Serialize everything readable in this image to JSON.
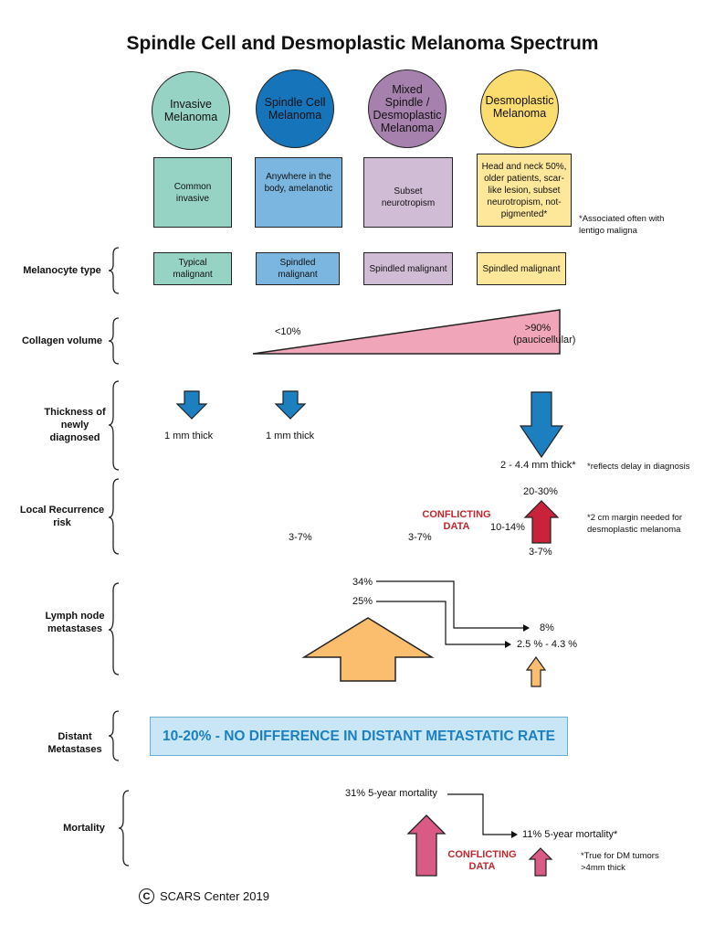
{
  "title": "Spindle Cell and Desmoplastic Melanoma Spectrum",
  "columns": [
    {
      "circle": "Invasive Melanoma",
      "desc": "Common invasive",
      "melanocyte": "Typical malignant",
      "color_circle": "#96d3c4",
      "color_box": "#96d3c4"
    },
    {
      "circle": "Spindle Cell Melanoma",
      "desc": "Anywhere in the body, amelanotic",
      "melanocyte": "Spindled malignant",
      "color_circle": "#1574ba",
      "color_box": "#7bb6e0"
    },
    {
      "circle": "Mixed Spindle / Desmoplastic Melanoma",
      "desc": "Subset neurotropism",
      "melanocyte": "Spindled malignant",
      "color_circle": "#a781ae",
      "color_box": "#d1bcd5"
    },
    {
      "circle": "Desmoplastic Melanoma",
      "desc": "Head and neck 50%, older patients, scar-like lesion, subset neurotropism, not-pigmented*",
      "melanocyte": "Spindled malignant",
      "color_circle": "#fbdc6e",
      "color_box": "#fde79b"
    }
  ],
  "desc_note": "*Associated often with lentigo maligna",
  "rows": {
    "melanocyte": "Melanocyte type",
    "collagen": "Collagen volume",
    "thickness": "Thickness of newly diagnosed",
    "recurrence": "Local Recurrence risk",
    "lymph": "Lymph node metastases",
    "distant": "Distant Metastases",
    "mortality": "Mortality"
  },
  "collagen": {
    "low": "<10%",
    "high": ">90% (paucicellular)",
    "color": "#f0a5b8"
  },
  "thickness": {
    "v1": "1 mm thick",
    "v2": "1 mm thick",
    "v4": "2 - 4.4 mm thick*",
    "note": "*reflects delay in diagnosis",
    "color": "#1b7fc0"
  },
  "recurrence": {
    "v2": "3-7%",
    "v3": "3-7%",
    "conflict": "CONFLICTING DATA",
    "top": "20-30%",
    "mid": "10-14%",
    "bottom": "3-7%",
    "note": "*2 cm margin needed for desmoplastic melanoma",
    "color": "#c8233a"
  },
  "lymph": {
    "a": "34%",
    "b": "25%",
    "c": "8%",
    "d": "2.5 % - 4.3 %",
    "color": "#fbbd6e"
  },
  "distant": {
    "banner": "10-20% - NO DIFFERENCE IN DISTANT METASTATIC RATE"
  },
  "mortality": {
    "a": "31% 5-year mortality",
    "b": "11% 5-year mortality*",
    "conflict": "CONFLICTING DATA",
    "note": "*True for DM tumors >4mm thick",
    "color": "#d85a85"
  },
  "footer": {
    "symbol": "C",
    "text": "SCARS Center 2019"
  }
}
